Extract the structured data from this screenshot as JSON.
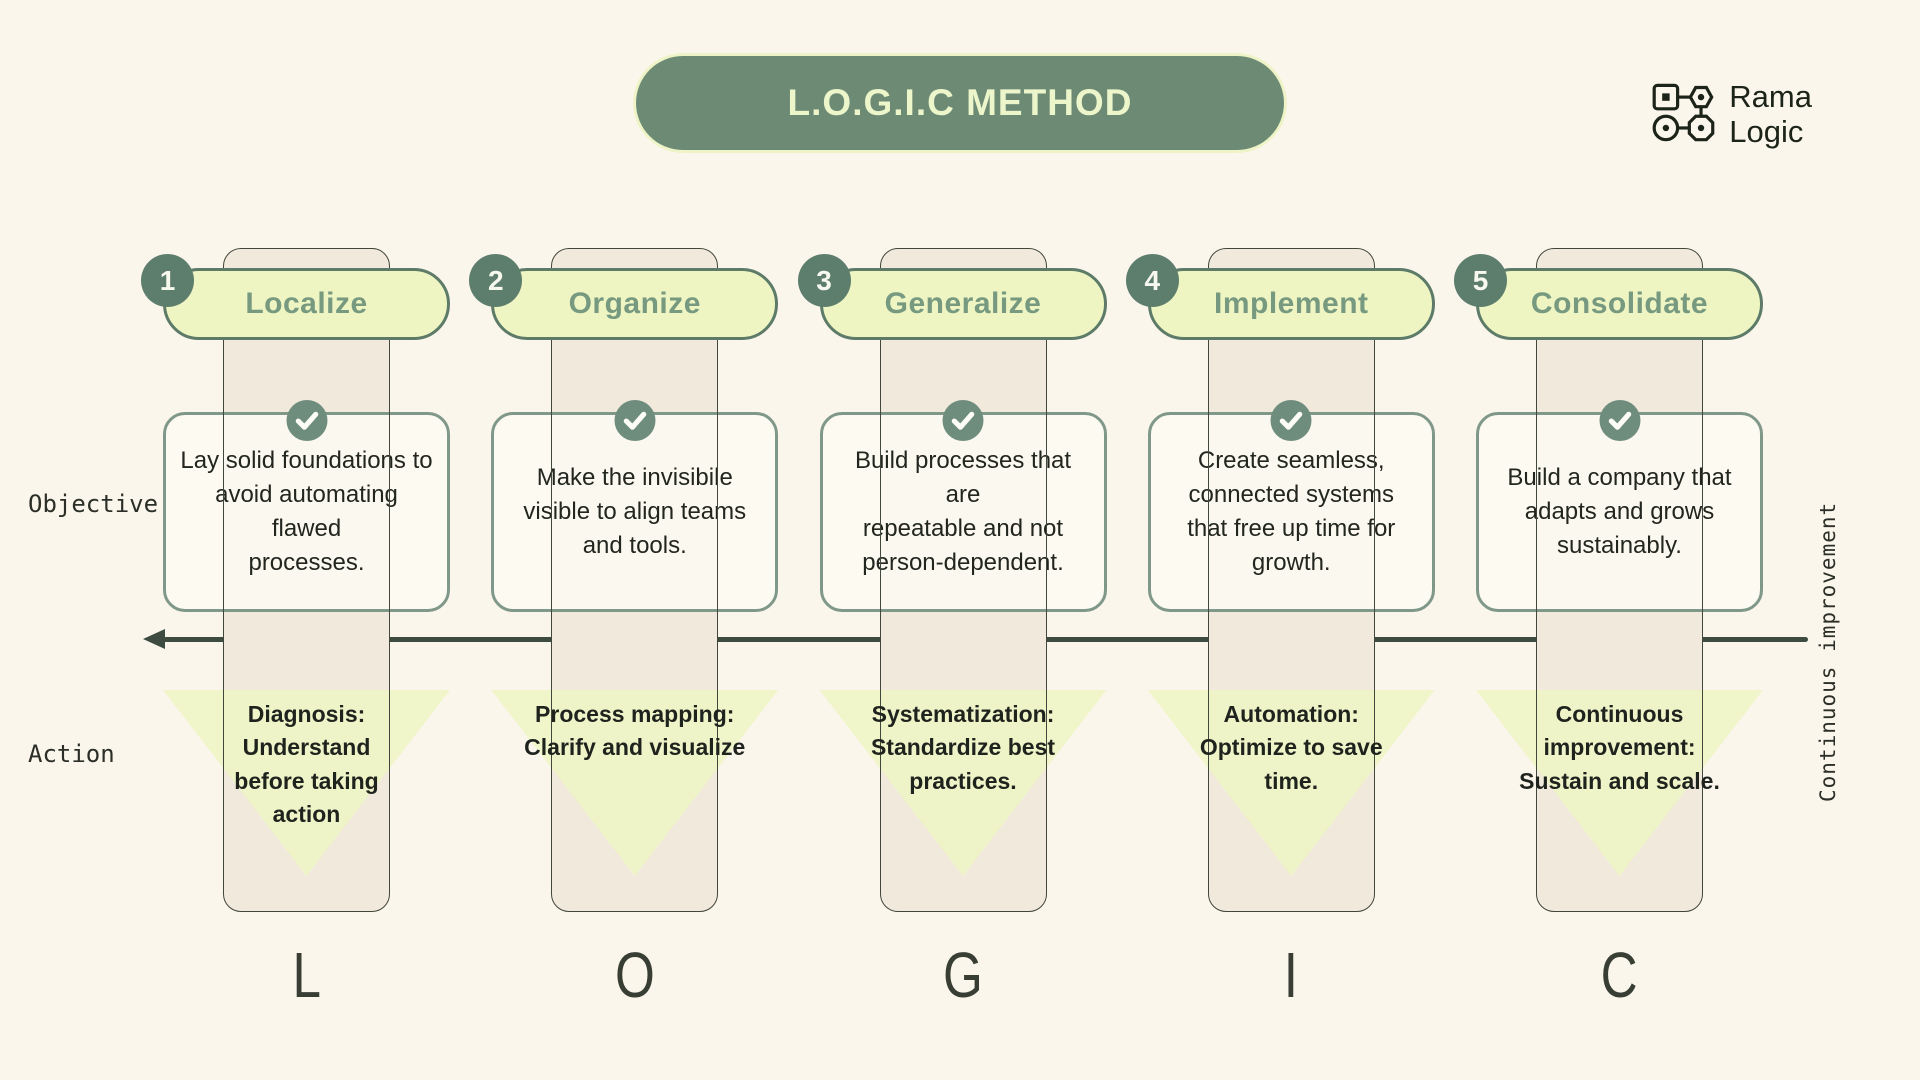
{
  "title": "L.O.G.I.C METHOD",
  "logo": {
    "line1": "Rama",
    "line2": "Logic"
  },
  "row_labels": {
    "objective": "Objective",
    "action": "Action"
  },
  "arrow_label": "Continuous improvement",
  "steps": [
    {
      "number": "1",
      "name": "Localize",
      "objective": "Lay solid foundations to\navoid automating flawed\nprocesses.",
      "action": "Diagnosis:\nUnderstand\nbefore taking\naction",
      "letter": "L"
    },
    {
      "number": "2",
      "name": "Organize",
      "objective": "Make the invisibile\nvisible to align teams\nand tools.",
      "action": "Process mapping:\nClarify and visualize",
      "letter": "O"
    },
    {
      "number": "3",
      "name": "Generalize",
      "objective": "Build processes that are\nrepeatable and not\nperson-dependent.",
      "action": "Systematization:\nStandardize best\npractices.",
      "letter": "G"
    },
    {
      "number": "4",
      "name": "Implement",
      "objective": "Create seamless,\nconnected systems\nthat free up time for\ngrowth.",
      "action": "Automation:\nOptimize to save\ntime.",
      "letter": "I"
    },
    {
      "number": "5",
      "name": "Consolidate",
      "objective": "Build a company that\nadapts and grows\nsustainably.",
      "action": "Continuous\nimprovement:\nSustain and scale.",
      "letter": "C"
    }
  ],
  "colors": {
    "background": "#fbf6ec",
    "title_pill": "#6d8b74",
    "title_text": "#edf5cb",
    "pill_fill": "#eef5c3",
    "pill_border": "#5d7b68",
    "pill_text": "#76997f",
    "badge_fill": "#5e7e6d",
    "check_fill": "#6f8d7c",
    "card_border": "#80988a",
    "column_fill": "#f0e9dc",
    "triangle_fill": "#eff5c4",
    "arrow": "#3d4b40",
    "text_dark": "#22261f"
  }
}
